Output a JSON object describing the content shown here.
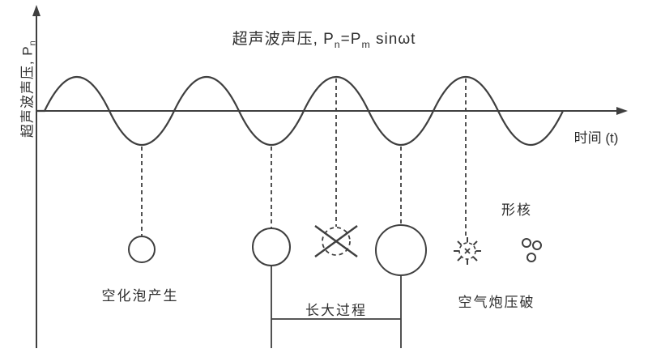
{
  "figure": {
    "title": {
      "part1": "超声波声压, P",
      "sub1": "n",
      "part2": "=P",
      "sub2": "m",
      "part3": " sinωt"
    },
    "y_axis_label": {
      "part1": "超声波声压, P",
      "sub": "n"
    },
    "x_axis_label": "时间 (t)",
    "annotations": {
      "bubble_generation": "空化泡产生",
      "growth_process": "长大过程",
      "bubble_collapse": "空气炮压破",
      "nucleation": "形核"
    },
    "colors": {
      "stroke": "#3f3f3f",
      "text": "#2e2e2e",
      "background": "#ffffff"
    }
  }
}
